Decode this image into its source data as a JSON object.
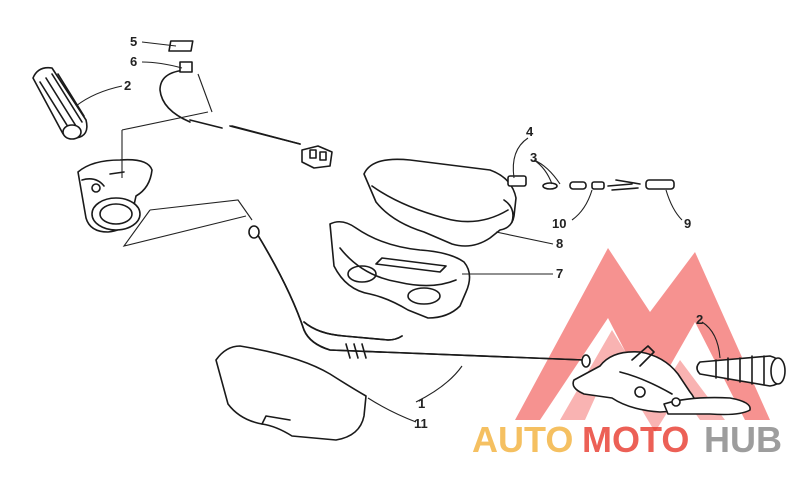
{
  "diagram": {
    "callouts": [
      {
        "id": "c1",
        "text": "1"
      },
      {
        "id": "c2a",
        "text": "2"
      },
      {
        "id": "c2b",
        "text": "2"
      },
      {
        "id": "c3",
        "text": "3"
      },
      {
        "id": "c4",
        "text": "4"
      },
      {
        "id": "c5",
        "text": "5"
      },
      {
        "id": "c6",
        "text": "6"
      },
      {
        "id": "c7",
        "text": "7"
      },
      {
        "id": "c8",
        "text": "8"
      },
      {
        "id": "c9",
        "text": "9"
      },
      {
        "id": "c10",
        "text": "10"
      },
      {
        "id": "c11",
        "text": "11"
      }
    ]
  },
  "watermark": {
    "brand_part1": "AUTO",
    "brand_part2": "MOTO",
    "brand_part3": "HUB",
    "colors": {
      "orange": "#f3b13a",
      "red": "#e8392c",
      "gray": "#8c8c8c",
      "logo": "#ef3a36"
    }
  }
}
